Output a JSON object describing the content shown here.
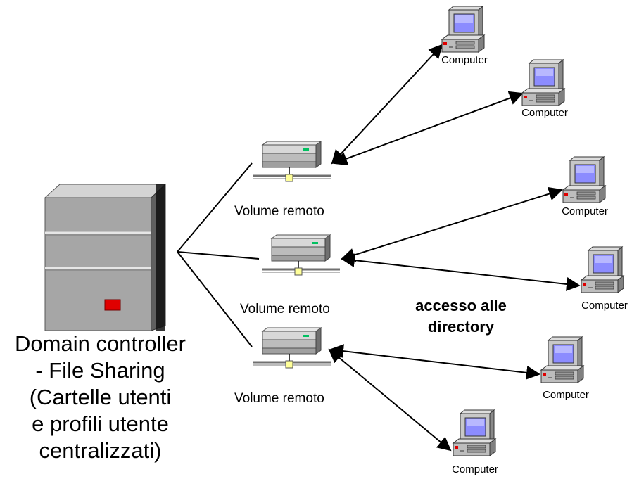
{
  "domain_controller": {
    "lines": [
      "Domain controller",
      "- File Sharing",
      "(Cartelle utenti",
      "e profili utente",
      "centralizzati)"
    ]
  },
  "volumes": [
    {
      "label": "Volume remoto"
    },
    {
      "label": "Volume remoto"
    },
    {
      "label": "Volume remoto"
    }
  ],
  "computers": [
    {
      "label": "Computer"
    },
    {
      "label": "Computer"
    },
    {
      "label": "Computer"
    },
    {
      "label": "Computer"
    },
    {
      "label": "Computer"
    },
    {
      "label": "Computer"
    }
  ],
  "access": {
    "lines": [
      "accesso alle",
      "directory"
    ]
  },
  "colors": {
    "server_face": "#a8a8a8",
    "server_light": "#d0d0d0",
    "server_dark": "#707070",
    "server_led": "#e00000",
    "screen": "#8c8cff",
    "hub_led": "#00c060",
    "connector": "#ffff99"
  }
}
